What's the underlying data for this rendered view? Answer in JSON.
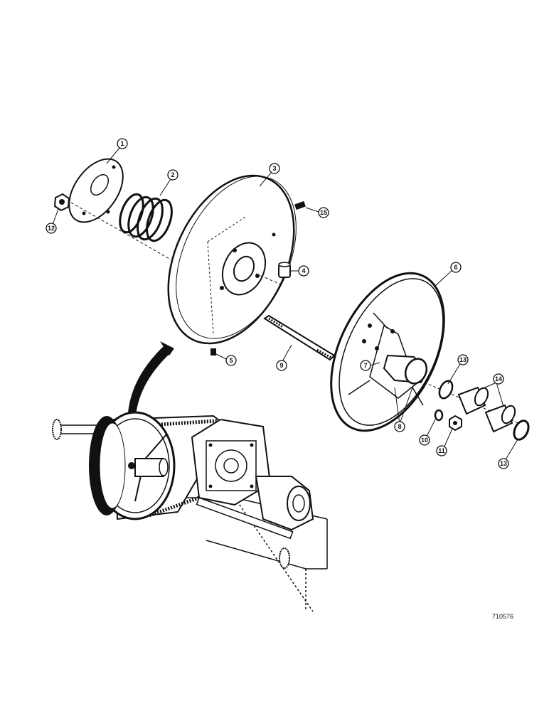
{
  "callouts": [
    {
      "id": "1",
      "label": "1"
    },
    {
      "id": "2",
      "label": "2"
    },
    {
      "id": "3",
      "label": "3"
    },
    {
      "id": "4",
      "label": "4"
    },
    {
      "id": "5",
      "label": "5"
    },
    {
      "id": "6",
      "label": "6"
    },
    {
      "id": "7",
      "label": "7"
    },
    {
      "id": "8",
      "label": "8"
    },
    {
      "id": "9",
      "label": "9"
    },
    {
      "id": "10",
      "label": "10"
    },
    {
      "id": "11",
      "label": "11"
    },
    {
      "id": "12",
      "label": "12"
    },
    {
      "id": "13a",
      "label": "13"
    },
    {
      "id": "13b",
      "label": "13"
    },
    {
      "id": "14",
      "label": "14"
    },
    {
      "id": "15",
      "label": "15"
    }
  ],
  "figure_code": "710576"
}
